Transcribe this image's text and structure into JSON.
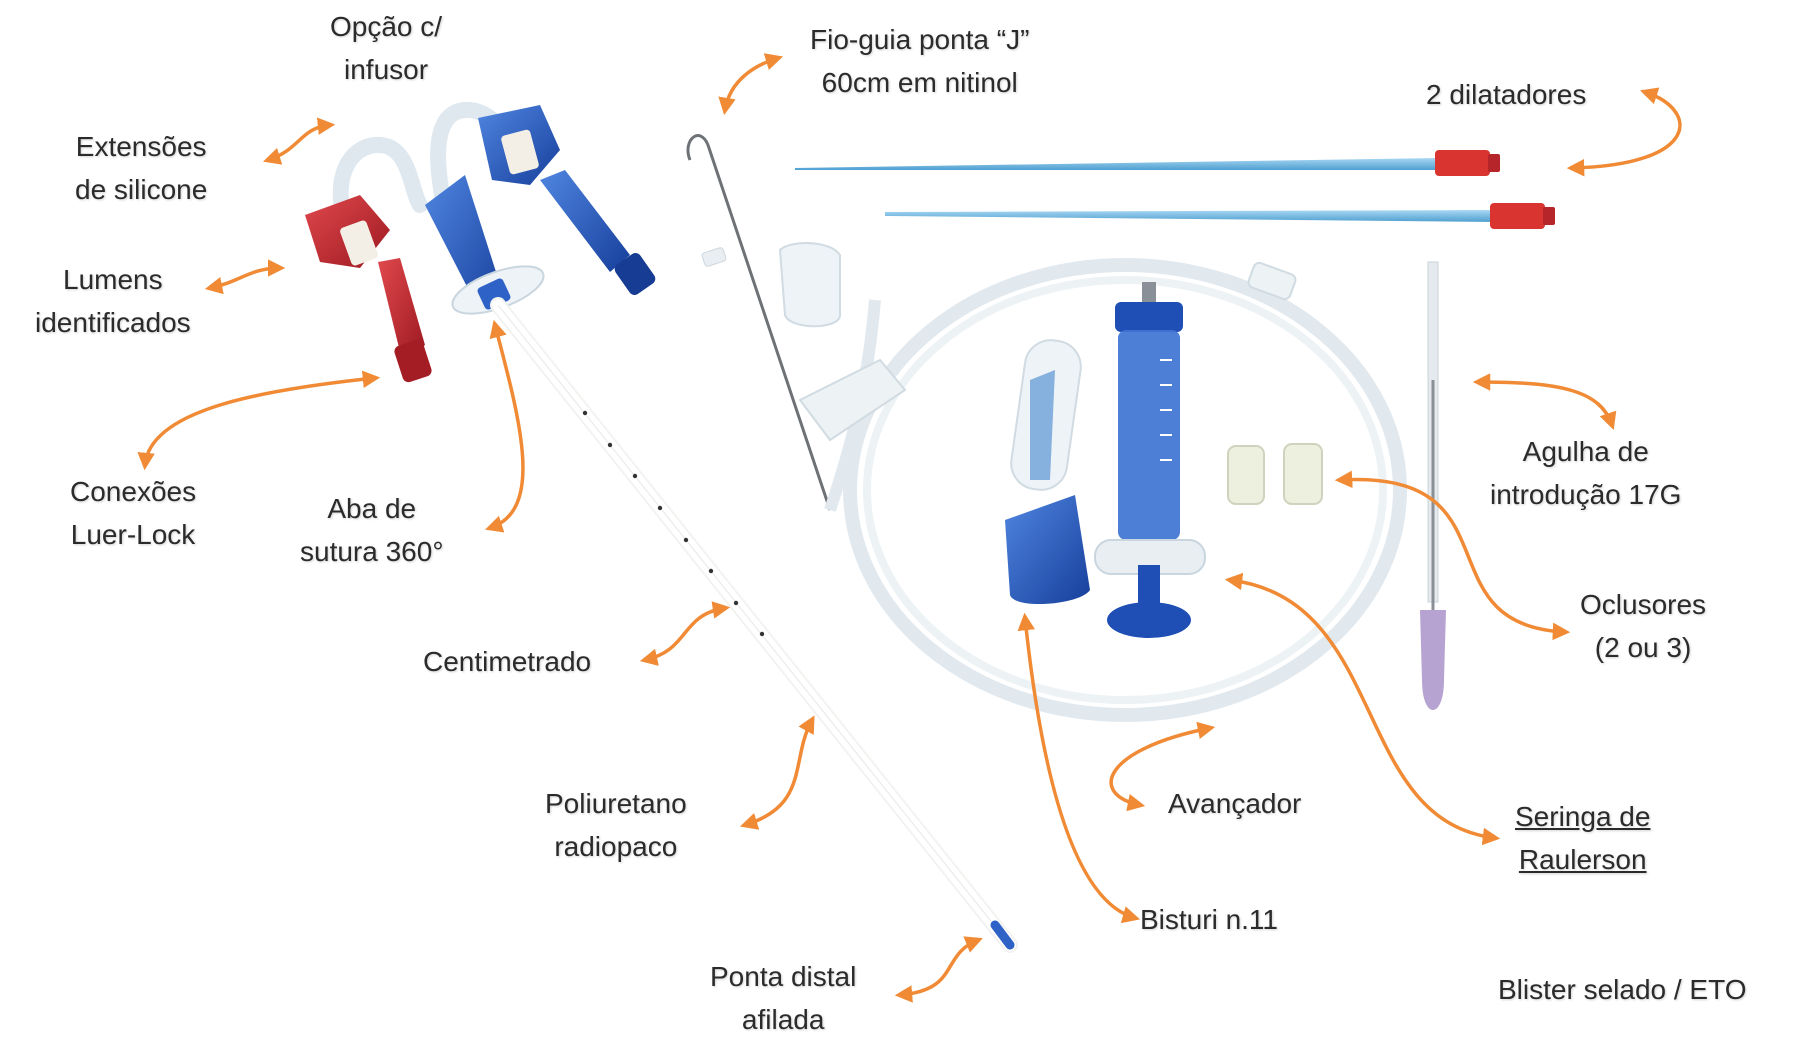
{
  "labels": {
    "opcao_infusor": [
      "Opção c/",
      "infusor"
    ],
    "extensoes_silicone": [
      "Extensões",
      "de silicone"
    ],
    "lumens_identificados": [
      "Lumens",
      "identificados"
    ],
    "conexoes_luer_lock": [
      "Conexões",
      "Luer-Lock"
    ],
    "aba_sutura": [
      "Aba de",
      "sutura 360°"
    ],
    "centimetrado": [
      "Centimetrado"
    ],
    "poliuretano_radiopaco": [
      "Poliuretano",
      "radiopaco"
    ],
    "ponta_distal": [
      "Ponta distal",
      "afilada"
    ],
    "fio_guia": [
      "Fio-guia ponta “J”",
      "60cm em nitinol"
    ],
    "dilatadores": [
      "2 dilatadores"
    ],
    "agulha_introducao": [
      "Agulha de",
      "introdução 17G"
    ],
    "oclusores": [
      "Oclusores",
      "(2 ou 3)"
    ],
    "avancador": [
      "Avançador"
    ],
    "seringa_raulerson": [
      "Seringa de",
      "Raulerson"
    ],
    "bisturi": [
      "Bisturi n.11"
    ],
    "blister": [
      "Blister selado / ETO"
    ]
  },
  "colors": {
    "arrow": "#f08a35",
    "catheter_blue": "#1f4fb5",
    "clamp_red": "#c0262e",
    "dilator_blue": "#7cc0e6",
    "hub_red": "#d9342f",
    "tube": "#dfe8ef",
    "text": "#2b2b2b"
  }
}
